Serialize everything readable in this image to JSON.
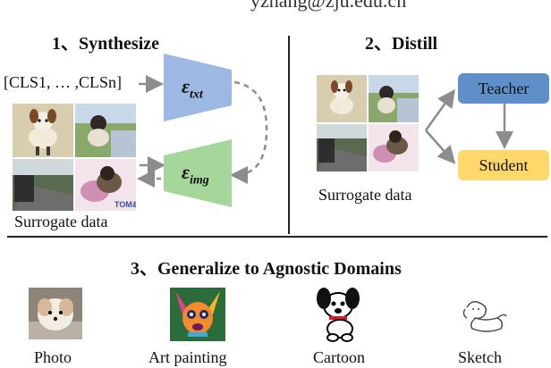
{
  "header": {
    "email_fragment": "yzhang@zju.edu.cn"
  },
  "synthesize": {
    "title": "1、Synthesize",
    "input_label": "[CLS1, … ,CLSn]",
    "text_encoder": "ε",
    "text_encoder_sub": "txt",
    "image_encoder": "ε",
    "image_encoder_sub": "img",
    "caption": "Surrogate data",
    "tile_text": "TOM&D"
  },
  "distill": {
    "title": "2、Distill",
    "teacher": "Teacher",
    "student": "Student",
    "caption": "Surrogate data"
  },
  "generalize": {
    "title": "3、Generalize to Agnostic Domains",
    "domains": [
      "Photo",
      "Art painting",
      "Cartoon",
      "Sketch"
    ]
  },
  "colors": {
    "text_encoder_fill": "#9db8e3",
    "image_encoder_fill": "#a6d79a",
    "teacher_fill": "#5f8fc9",
    "student_fill": "#ffd86b",
    "arrow_gray": "#8c8c8c",
    "divider": "#222222"
  }
}
